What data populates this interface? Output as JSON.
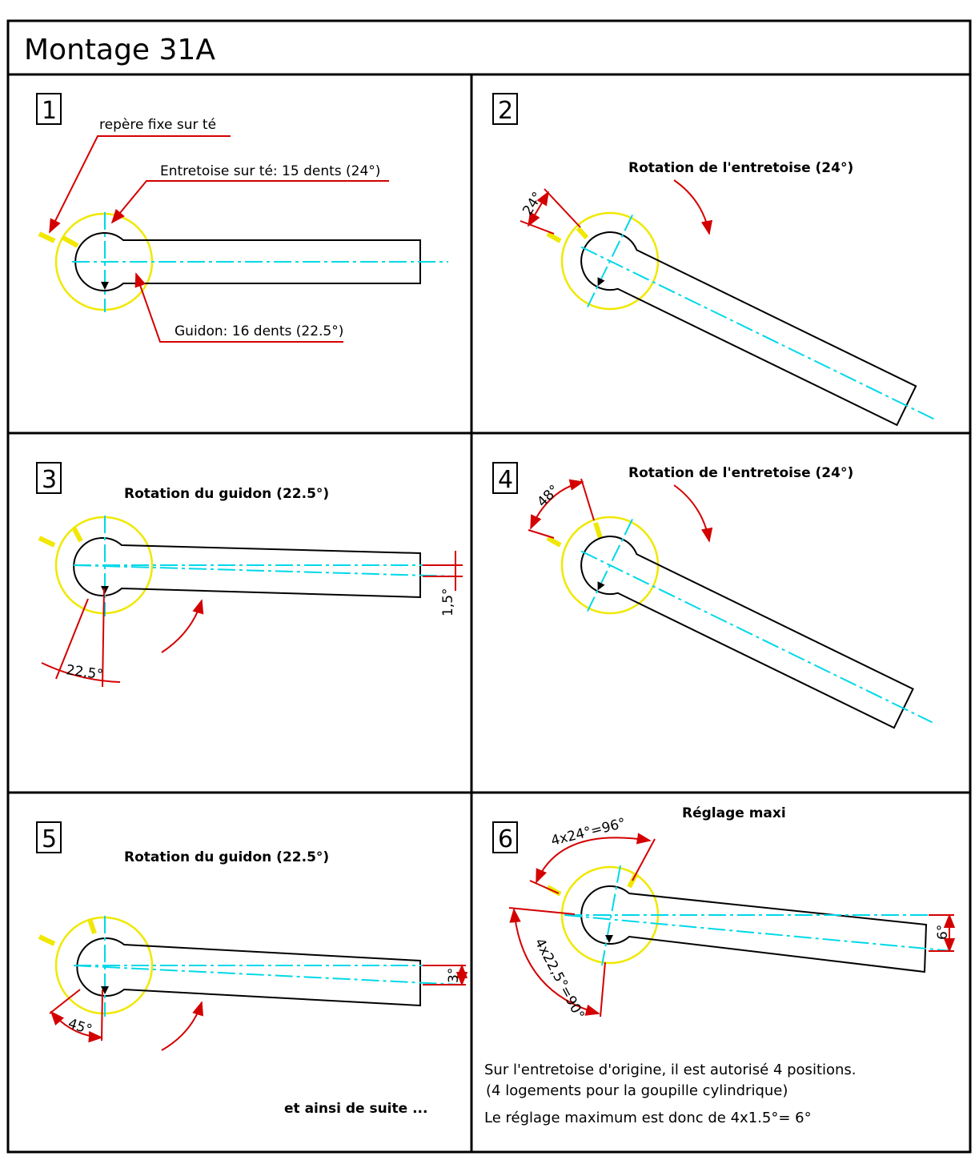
{
  "title": "Montage 31A",
  "panels": [
    {
      "number": "1",
      "labels": {
        "fixed_mark": "repère fixe sur té",
        "spacer": "Entretoise sur té: 15 dents (24°)",
        "handlebar": "Guidon: 16 dents (22.5°)"
      }
    },
    {
      "number": "2",
      "heading": "Rotation de l'entretoise (24°)",
      "dimension": "24°"
    },
    {
      "number": "3",
      "heading": "Rotation du guidon (22.5°)",
      "dimensions": [
        "22,5°",
        "1,5°"
      ]
    },
    {
      "number": "4",
      "heading": "Rotation de l'entretoise (24°)",
      "dimension": "48°"
    },
    {
      "number": "5",
      "heading": "Rotation du guidon (22.5°)",
      "dimensions": [
        "45°",
        "3°"
      ],
      "footer": "et ainsi de suite ..."
    },
    {
      "number": "6",
      "heading": "Réglage maxi",
      "dimensions": [
        "4x24°=96°",
        "4x22,5°=90°",
        "6°"
      ],
      "notes": [
        "Sur l'entretoise d'origine, il est autorisé 4 positions.",
        "(4 logements pour la goupille cylindrique)",
        "Le réglage maximum est donc de 4x1.5°= 6°"
      ]
    }
  ],
  "colors": {
    "outline": "#000000",
    "centerline": "#00d8e8",
    "spacer_circle": "#f0e800",
    "annotation": "#d40000"
  }
}
